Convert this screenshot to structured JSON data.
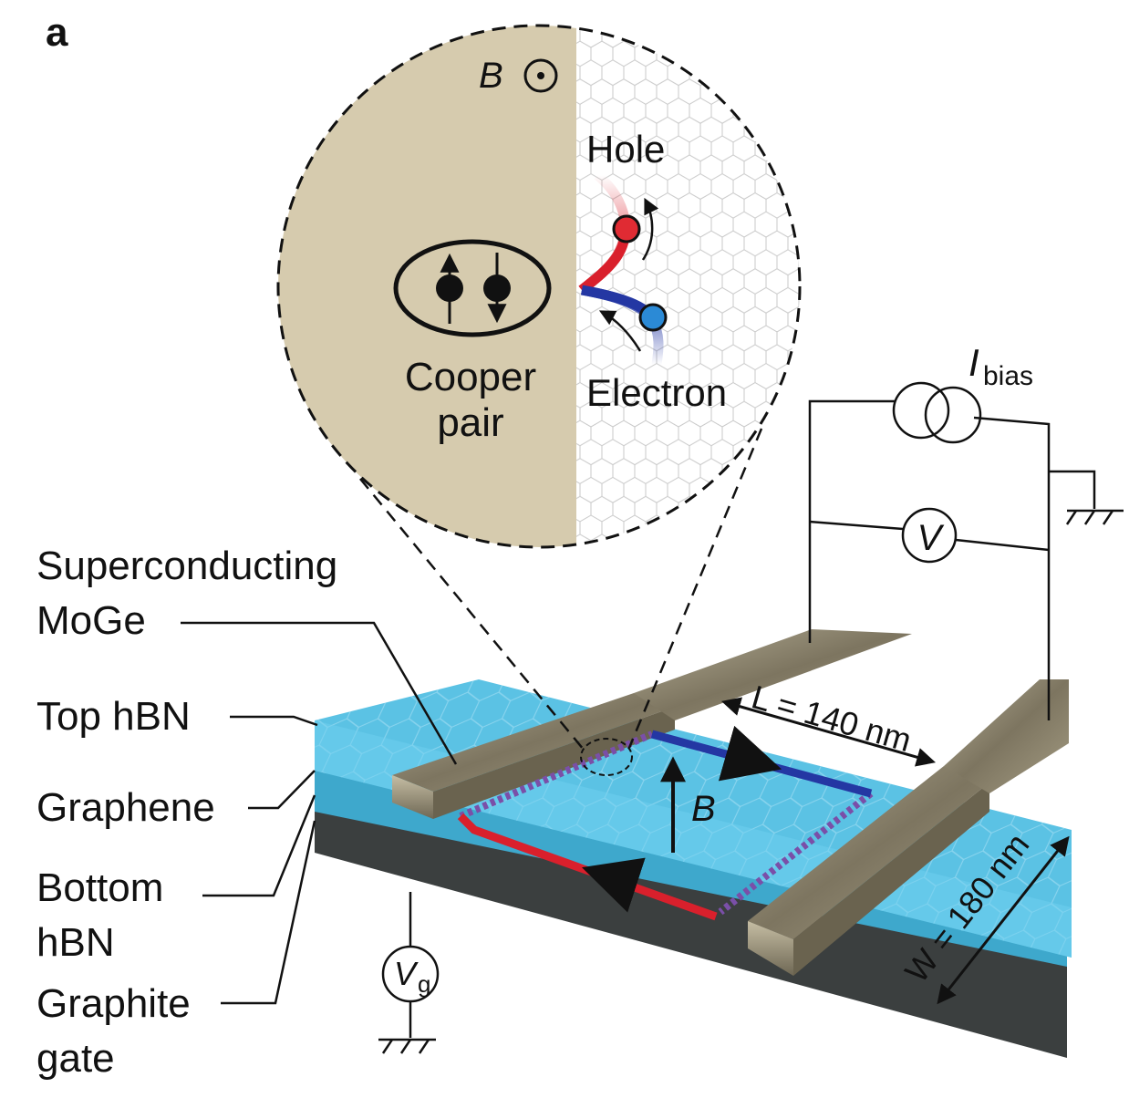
{
  "panel_label": "a",
  "inset": {
    "field_symbol": "B",
    "cooper_pair_line1": "Cooper",
    "cooper_pair_line2": "pair",
    "hole_label": "Hole",
    "electron_label": "Electron"
  },
  "circuit": {
    "bias_symbol": "I",
    "bias_subscript": "bias",
    "voltmeter_symbol": "V",
    "gate_symbol": "V",
    "gate_subscript": "g"
  },
  "layers": {
    "superconducting_line1": "Superconducting",
    "superconducting_line2": "MoGe",
    "top_hbn": "Top hBN",
    "graphene": "Graphene",
    "bottom_hbn_line1": "Bottom",
    "bottom_hbn_line2": "hBN",
    "graphite_line1": "Graphite",
    "graphite_line2": "gate"
  },
  "dimensions": {
    "length_label": "L = 140 nm",
    "width_label": "W = 180 nm",
    "field_label": "B"
  },
  "colors": {
    "superconductor": "#d6cbae",
    "hbn": "#5bc2e4",
    "graphite": "#444848",
    "electrode": "#8a826c",
    "hole": "#d9202c",
    "electron": "#2437a3"
  }
}
